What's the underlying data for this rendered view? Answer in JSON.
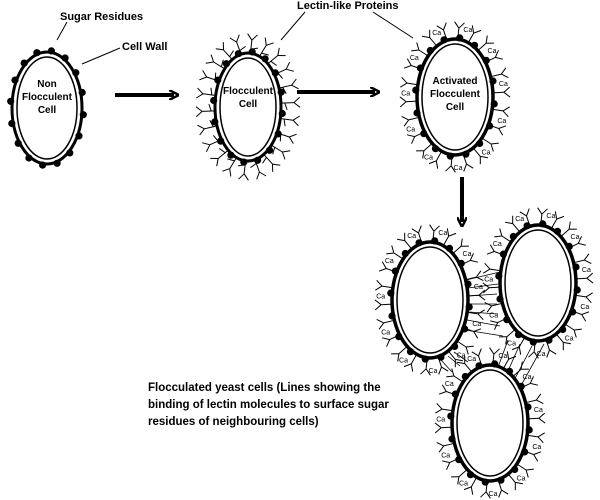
{
  "labels": {
    "sugar_residues": "Sugar Residues",
    "cell_wall": "Cell Wall",
    "lectin_like_proteins": "Lectin-like Proteins",
    "ion": "Ca"
  },
  "cells": {
    "non_flocculent": [
      "Non",
      "Flocculent",
      "Cell"
    ],
    "flocculent": [
      "Flocculent",
      "Cell"
    ],
    "activated": [
      "Activated",
      "Flocculent",
      "Cell"
    ]
  },
  "caption": "Flocculated yeast cells (Lines showing the binding of lectin molecules to surface sugar residues of neighbouring cells)"
}
